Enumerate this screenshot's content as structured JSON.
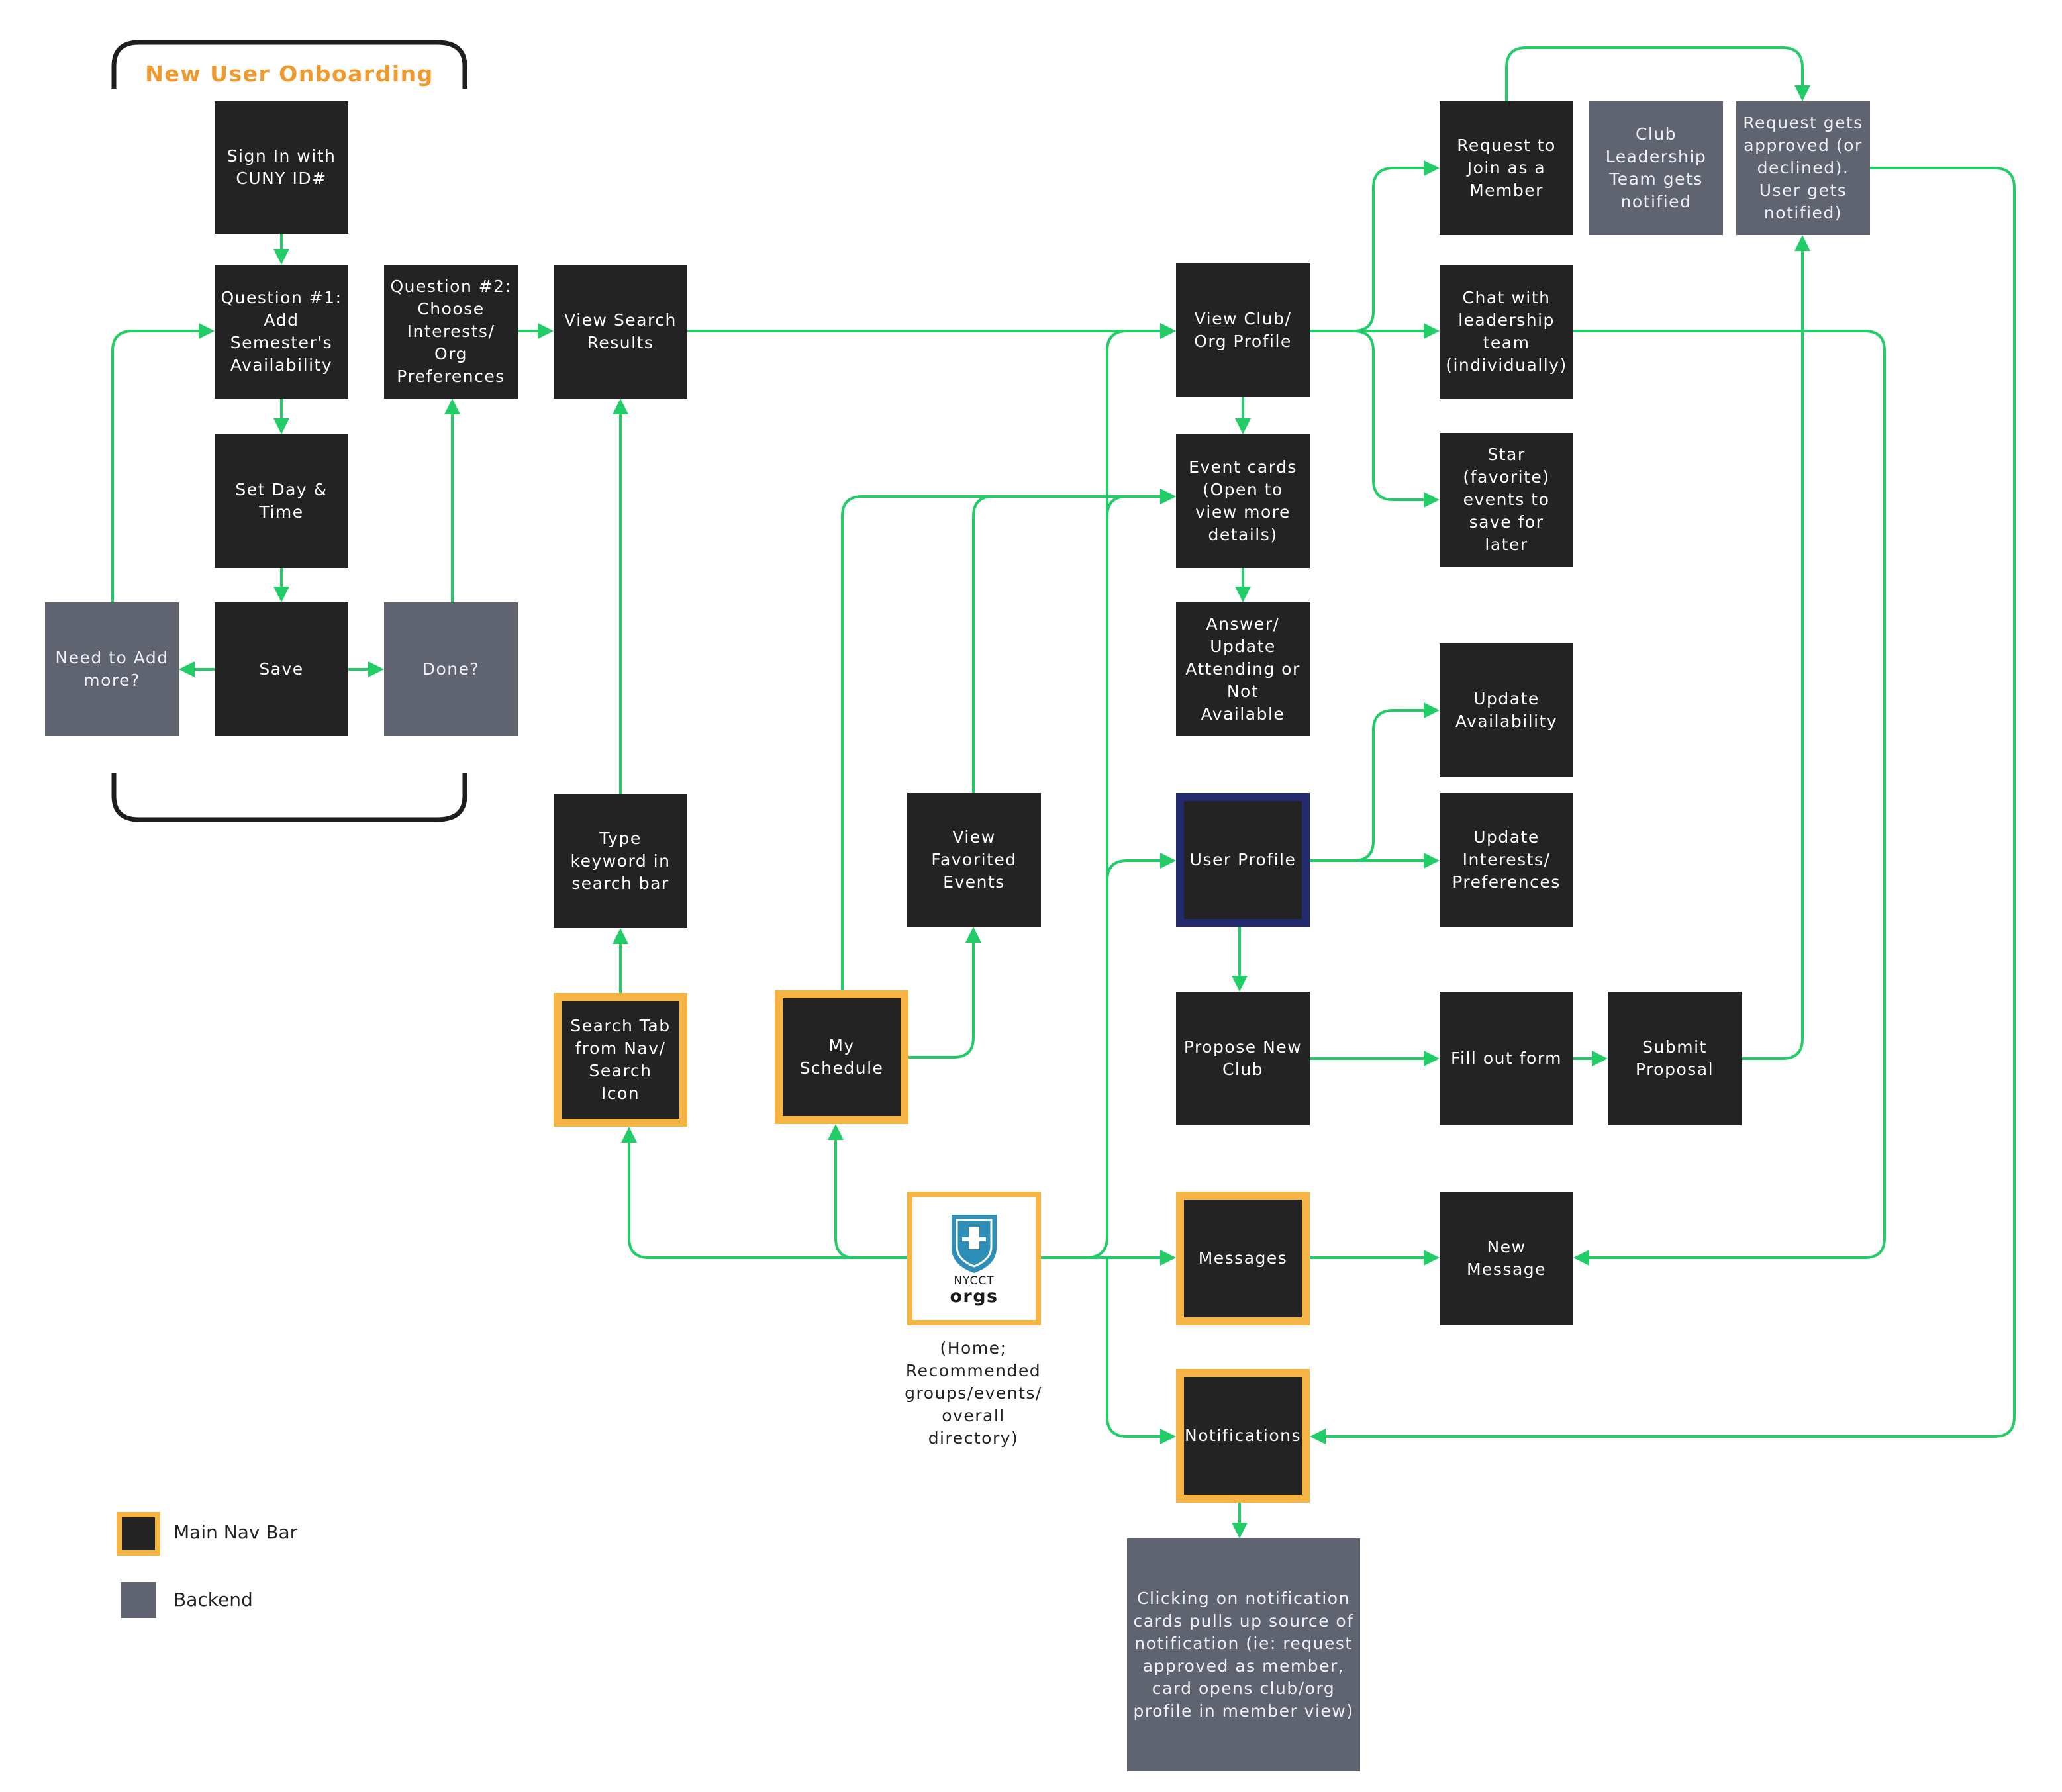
{
  "onboarding": {
    "title": "New User Onboarding"
  },
  "nodes": {
    "sign_in": "Sign In with\nCUNY ID#",
    "question1": "Question #1:\nAdd\nSemester's\nAvailability",
    "question2": "Question #2:\nChoose\nInterests/\nOrg\nPreferences",
    "view_search_results": "View Search\nResults",
    "set_day_time": "Set Day &\nTime",
    "save": "Save",
    "need_more": "Need to Add\nmore?",
    "done": "Done?",
    "type_keyword": "Type\nkeyword in\nsearch bar",
    "view_favorited": "View\nFavorited\nEvents",
    "search_tab": "Search Tab\nfrom Nav/\nSearch Icon",
    "my_schedule": "My Schedule",
    "view_club": "View Club/\nOrg Profile",
    "event_cards": "Event cards\n(Open to\nview more\ndetails)",
    "answer_update": "Answer/\nUpdate\nAttending or\nNot\nAvailable",
    "user_profile": "User Profile",
    "propose_club": "Propose New\nClub",
    "messages": "Messages",
    "notifications": "Notifications",
    "notification_note": "Clicking on notification\ncards pulls up source of\nnotification (ie: request\napproved as member,\ncard opens club/org\nprofile in member view)",
    "request_join": "Request to\nJoin as a\nMember",
    "leadership_notified": "Club\nLeadership\nTeam gets\nnotified",
    "request_approved": "Request gets\napproved  (or\ndeclined).\nUser gets\nnotified)",
    "chat_leadership": "Chat with\nleadership\nteam\n(individually)",
    "star_events": "Star\n(favorite)\nevents to\nsave for\nlater",
    "update_availability": "Update\nAvailability",
    "update_interests": "Update\nInterests/\nPreferences",
    "fill_form": "Fill out form",
    "submit_proposal": "Submit\nProposal",
    "new_message": "New\nMessage"
  },
  "home": {
    "logo_line1": "NYCCT",
    "logo_line2": "orgs",
    "caption": "(Home;\nRecommended\ngroups/events/\noverall\ndirectory)"
  },
  "legend": {
    "main_nav": "Main Nav Bar",
    "backend": "Backend"
  },
  "colors": {
    "connector": "#22cc66",
    "node": "#232323",
    "backend": "#5f6470",
    "nav_border": "#f5b443",
    "profile_border": "#242a6e",
    "title": "#ee9a2f"
  }
}
